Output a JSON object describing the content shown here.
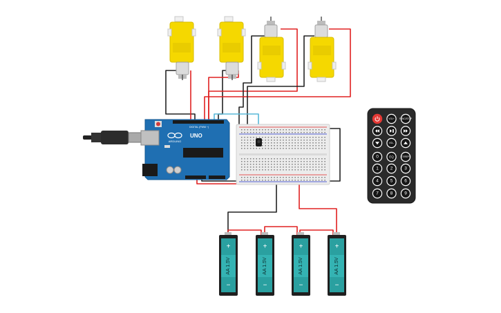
{
  "arduino": {
    "brand": "ARDUINO",
    "model": "UNO",
    "digital_label": "DIGITAL (PWM ~)"
  },
  "motors": [
    {
      "orientation": "down"
    },
    {
      "orientation": "down"
    },
    {
      "orientation": "up"
    },
    {
      "orientation": "up"
    }
  ],
  "batteries": [
    {
      "label": "AA 1.5V",
      "plus": "+",
      "minus": "−"
    },
    {
      "label": "AA 1.5V",
      "plus": "+",
      "minus": "−"
    },
    {
      "label": "AA 1.5V",
      "plus": "+",
      "minus": "−"
    },
    {
      "label": "AA 1.5V",
      "plus": "+",
      "minus": "−"
    }
  ],
  "remote": {
    "buttons": [
      [
        "power-icon",
        "VOL+",
        "FUNC/STOP"
      ],
      [
        "rewind-icon",
        "play-pause-icon",
        "fast-forward-icon"
      ],
      [
        "down-icon",
        "VOL-",
        "up-icon"
      ],
      [
        "0",
        "EQ",
        "ST/REPT"
      ],
      [
        "1",
        "2",
        "3"
      ],
      [
        "4",
        "5",
        "6"
      ],
      [
        "7",
        "8",
        "9"
      ]
    ]
  },
  "colors": {
    "motor_yellow": "#f5d800",
    "arduino_blue": "#1f6fb2",
    "battery_teal": "#2aa0a0",
    "wire_red": "#e02020",
    "wire_black": "#222222",
    "wire_blue": "#58b8d8",
    "remote_body": "#2a2a2a",
    "power_red": "#e53935"
  }
}
